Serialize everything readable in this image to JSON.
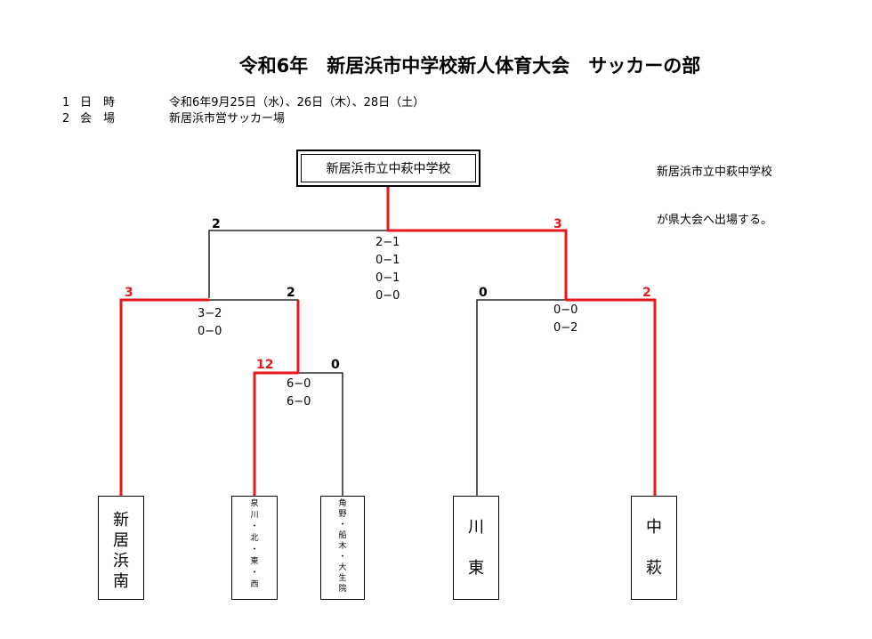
{
  "title": "令和6年　新居浜市中学校新人体育大会　サッカーの部",
  "info": {
    "row1": {
      "number": "1",
      "label": "日　時",
      "value": "令和6年9月25日（水）、26日（木）、28日（土）"
    },
    "row2": {
      "number": "2",
      "label": "会　場",
      "value": "新居浜市営サッカー場"
    }
  },
  "note": {
    "line1": "新居浜市立中萩中学校",
    "line2": "が県大会へ出場する。"
  },
  "champion": "新居浜市立中萩中学校",
  "teams": [
    {
      "id": "shinhamaminami",
      "chars": [
        "新",
        "居",
        "浜",
        "南"
      ]
    },
    {
      "id": "izumikawa-kita-higashi-nishi",
      "chars": [
        "泉",
        "川",
        "・",
        "北",
        "・",
        "東",
        "・",
        "西"
      ]
    },
    {
      "id": "tsuno-funaki-oiku",
      "chars": [
        "角",
        "野",
        "・",
        "船",
        "木",
        "・",
        "大",
        "生",
        "院"
      ]
    },
    {
      "id": "kawahigashi",
      "chars": [
        "川",
        "東"
      ]
    },
    {
      "id": "nakahagi",
      "chars": [
        "中",
        "萩"
      ]
    }
  ],
  "matches": {
    "final": {
      "left_score": "2",
      "right_score": "3",
      "details": [
        "2−1",
        "0−1",
        "0−1",
        "0−0"
      ]
    },
    "semi_left": {
      "left_score": "3",
      "right_score": "2",
      "details": [
        "3−2",
        "0−0"
      ]
    },
    "semi_right": {
      "left_score": "0",
      "right_score": "2",
      "details": [
        "0−0",
        "0−2"
      ]
    },
    "first_round": {
      "left_score": "12",
      "right_score": "0",
      "details": [
        "6−0",
        "6−0"
      ]
    }
  },
  "colors": {
    "winner_line": "#e8171b",
    "loser_line": "#000000"
  }
}
